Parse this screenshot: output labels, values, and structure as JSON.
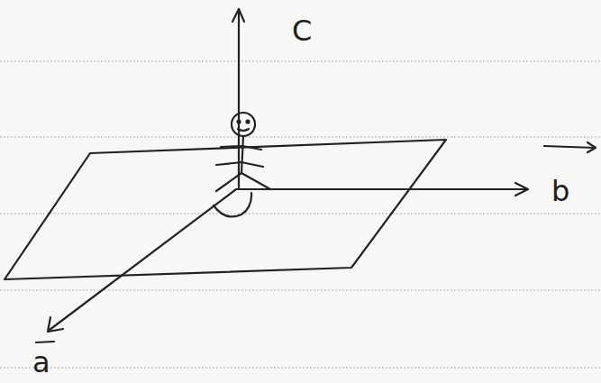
{
  "diagram": {
    "labels": [
      "C",
      "b",
      "a"
    ]
  }
}
